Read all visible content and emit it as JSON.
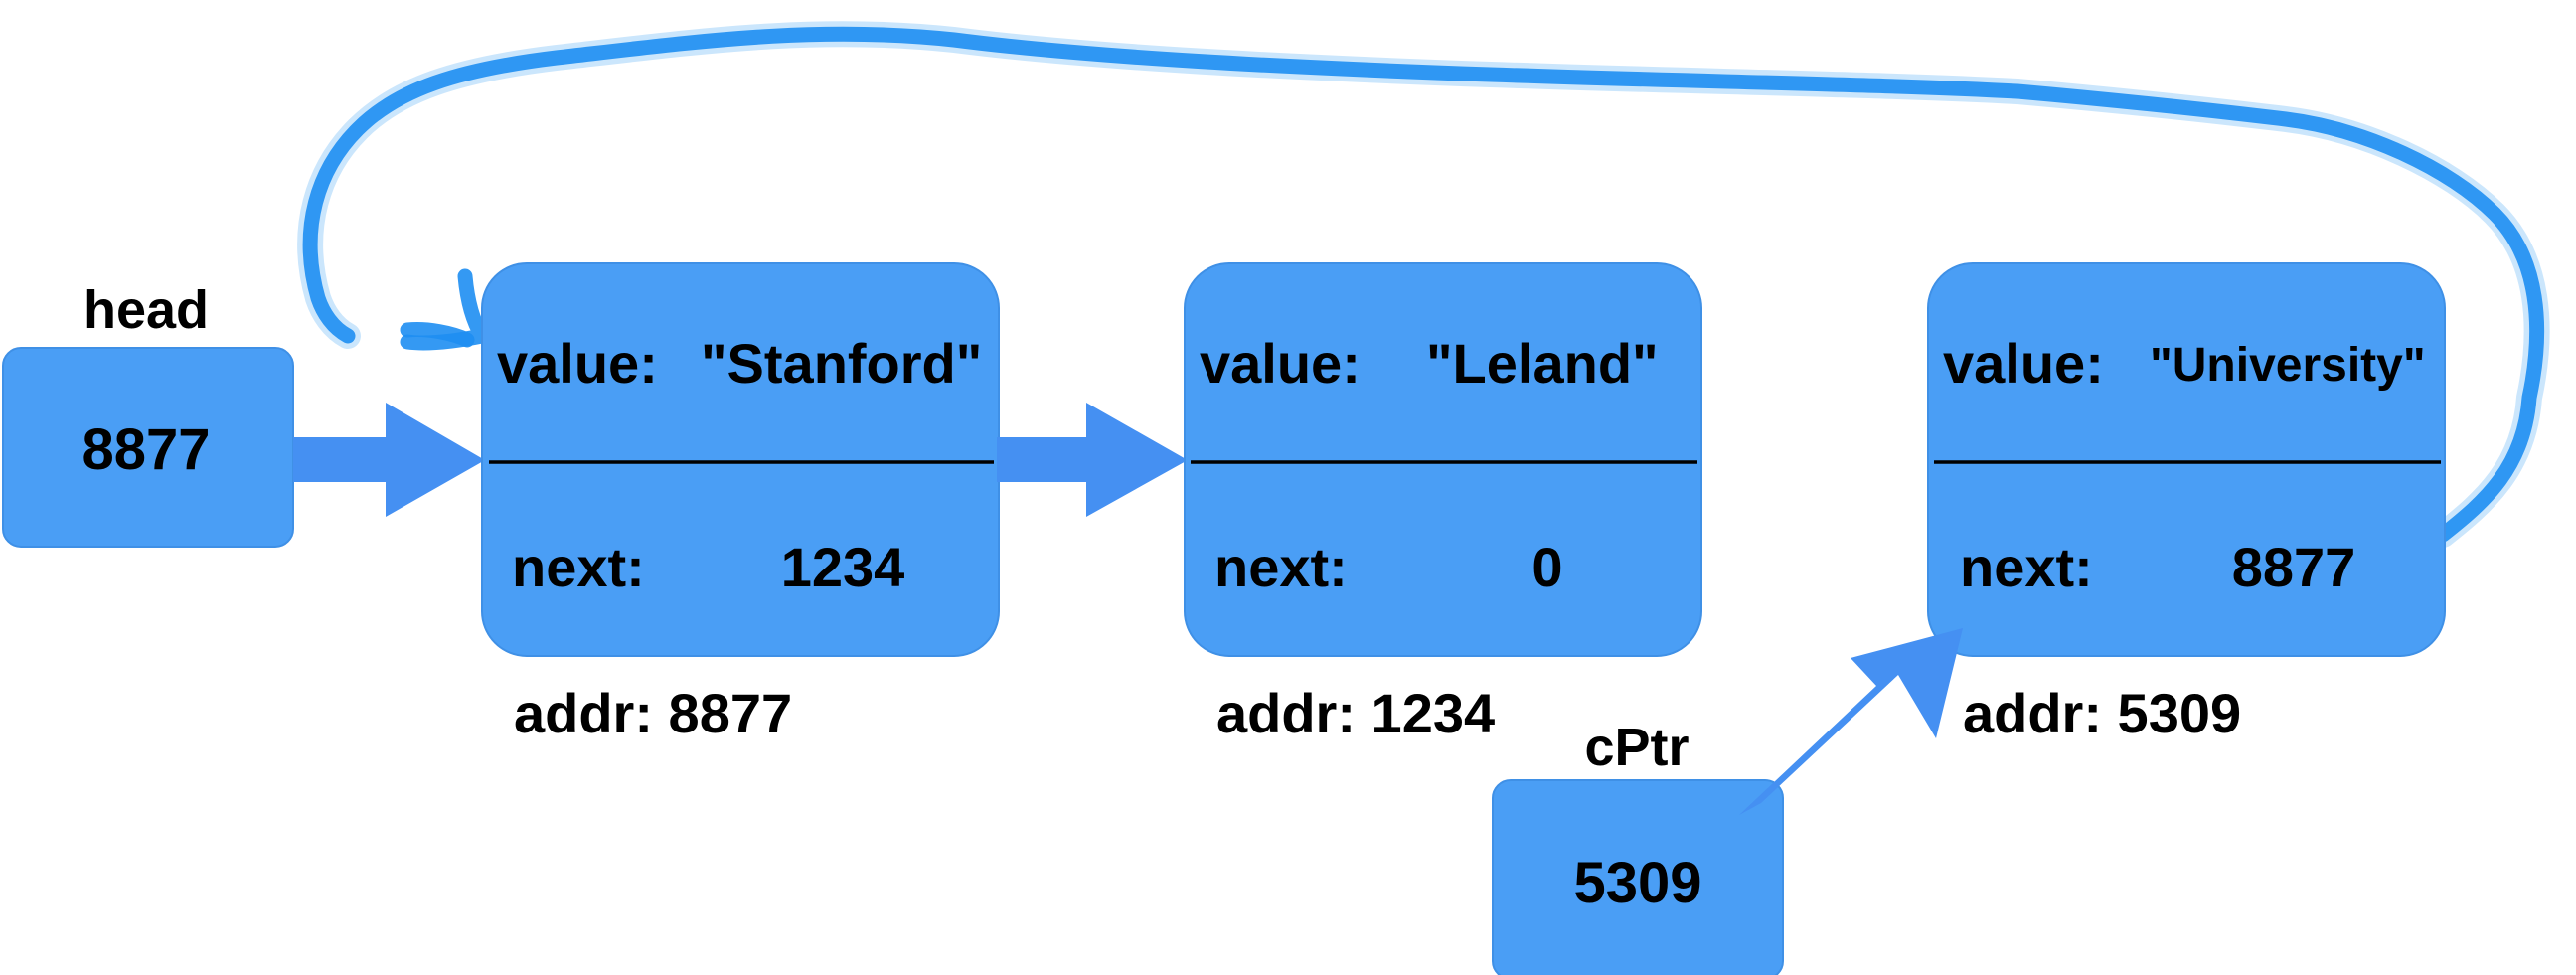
{
  "head": {
    "label": "head",
    "value": "8877"
  },
  "cptr": {
    "label": "cPtr",
    "value": "5309"
  },
  "nodes": [
    {
      "value_label": "value:",
      "value": "\"Stanford\"",
      "next_label": "next:",
      "next": "1234",
      "addr": "addr: 8877"
    },
    {
      "value_label": "value:",
      "value": "\"Leland\"",
      "next_label": "next:",
      "next": "0",
      "addr": "addr: 1234"
    },
    {
      "value_label": "value:",
      "value": "\"University\"",
      "next_label": "next:",
      "next": "8877",
      "addr": "addr: 5309"
    }
  ],
  "colors": {
    "box": "#4a9ef5",
    "arrow": "#4590f2",
    "hand_drawn_arrow": "#1e8ef2",
    "text": "#000000"
  }
}
